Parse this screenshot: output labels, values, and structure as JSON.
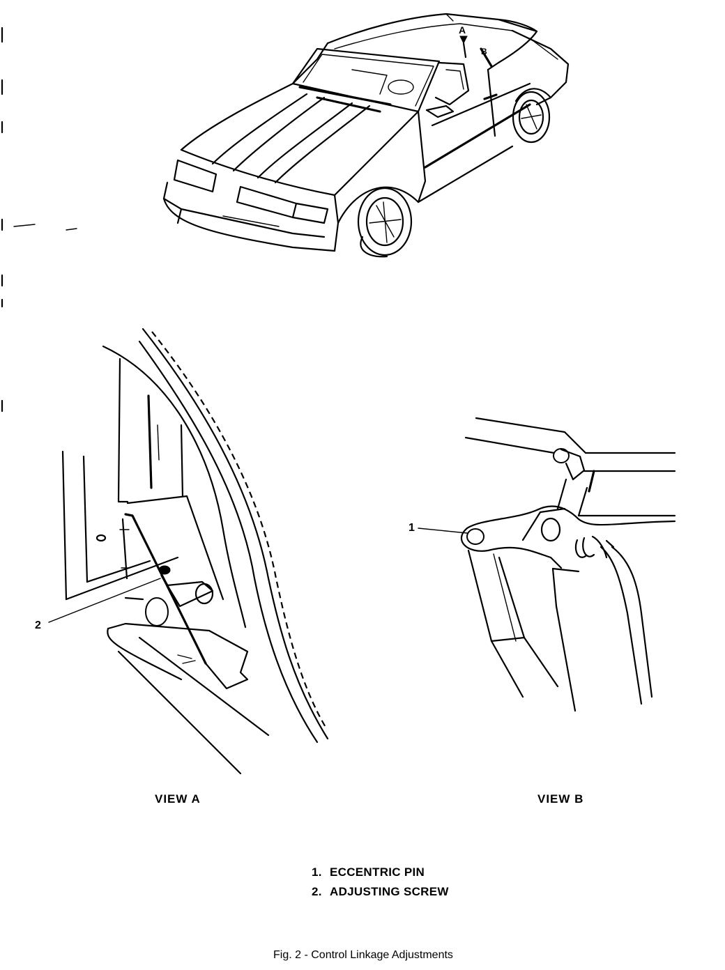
{
  "figure": {
    "caption": "Fig. 2 - Control Linkage Adjustments"
  },
  "car_view": {
    "marker_a": "A",
    "marker_b": "B"
  },
  "views": {
    "a": {
      "label": "VIEW  A",
      "callout": "2"
    },
    "b": {
      "label": "VIEW  B",
      "callout": "1"
    }
  },
  "legend": [
    {
      "number": "1.",
      "text": "ECCENTRIC PIN"
    },
    {
      "number": "2.",
      "text": "ADJUSTING SCREW"
    }
  ]
}
